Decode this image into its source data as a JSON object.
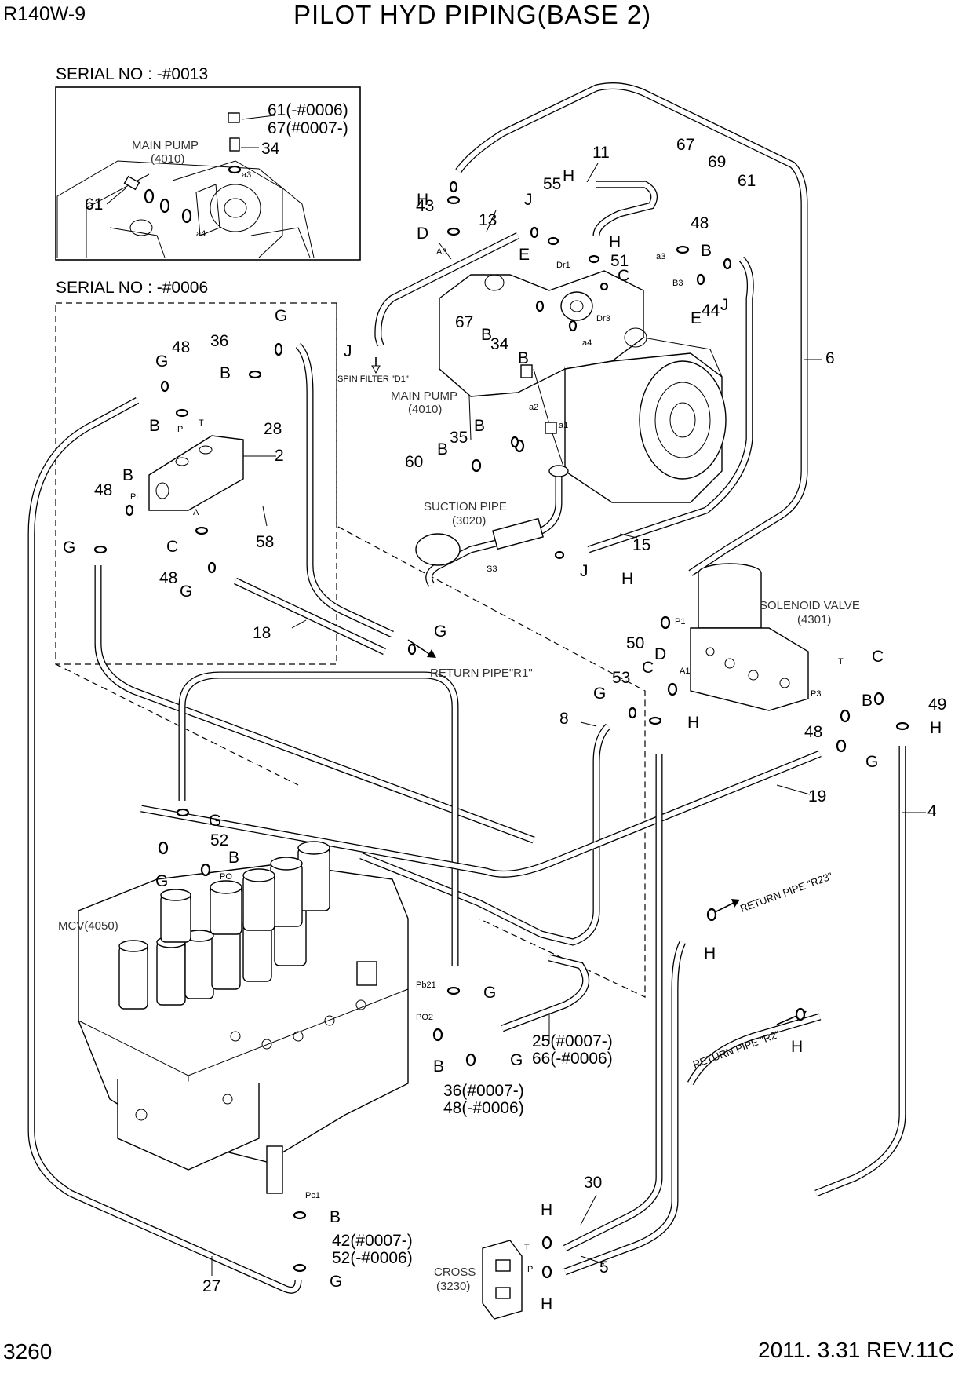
{
  "header": {
    "model": "R140W-9",
    "title": "PILOT HYD PIPING(BASE 2)"
  },
  "footer": {
    "page_number": "3260",
    "revision": "2011. 3.31 REV.11C"
  },
  "inset_top": {
    "serial": "SERIAL NO : -#0013",
    "component_label": "MAIN PUMP",
    "component_code": "(4010)",
    "callouts": [
      "61(-#0006)",
      "67(#0007-)",
      "34",
      "61"
    ],
    "ports": [
      "a3",
      "a4"
    ]
  },
  "inset_mid": {
    "serial": "SERIAL NO : -#0006"
  },
  "components": {
    "main_pump": {
      "label": "MAIN PUMP",
      "code": "(4010)"
    },
    "suction_pipe": {
      "label": "SUCTION PIPE",
      "code": "(3020)"
    },
    "solenoid_valve": {
      "label": "SOLENOID VALVE",
      "code": "(4301)"
    },
    "mcv": {
      "label": "MCV(4050)"
    },
    "cross": {
      "label": "CROSS",
      "code": "(3230)"
    }
  },
  "annotations": {
    "spin_filter": "SPIN FILTER \"D1\"",
    "return_r1": "RETURN PIPE\"R1\"",
    "return_r23": "RETURN PIPE \"R23\"",
    "return_r2": "RETURN PIPE \"R2\""
  },
  "callouts": {
    "c11": "11",
    "c67a": "67",
    "c69": "69",
    "c61a": "61",
    "c55": "55",
    "c13": "13",
    "c48a": "48",
    "c51": "51",
    "c44": "44",
    "c6": "6",
    "c67b": "67",
    "c34": "34",
    "c35": "35",
    "c60": "60",
    "c15": "15",
    "c36a": "36",
    "c48b": "48",
    "c28": "28",
    "c2": "2",
    "c48c": "48",
    "c58": "58",
    "c48d": "48",
    "c18": "18",
    "c50": "50",
    "c53": "53",
    "c49": "49",
    "c8": "8",
    "c48e": "48",
    "c19": "19",
    "c4": "4",
    "c52": "52",
    "c25": "25(#0007-)",
    "c66": "66(-#0006)",
    "c36b": "36(#0007-)",
    "c48f": "48(-#0006)",
    "c42": "42(#0007-)",
    "c52b": "52(-#0006)",
    "c27": "27",
    "c30": "30",
    "c5": "5",
    "c43": "43"
  },
  "letters": {
    "H": "H",
    "D": "D",
    "E": "E",
    "J": "J",
    "B": "B",
    "C": "C",
    "G": "G"
  },
  "ports": {
    "A3": "A3",
    "Dr1": "Dr1",
    "Dr3": "Dr3",
    "B3": "B3",
    "a3": "a3",
    "a4": "a4",
    "a2": "a2",
    "a1": "a1",
    "S3": "S3",
    "P": "P",
    "T": "T",
    "Pi": "Pi",
    "A": "A",
    "P1": "P1",
    "A1": "A1",
    "P3": "P3",
    "PO": "PO",
    "Pb21": "Pb21",
    "PO2": "PO2",
    "Pc1": "Pc1"
  }
}
